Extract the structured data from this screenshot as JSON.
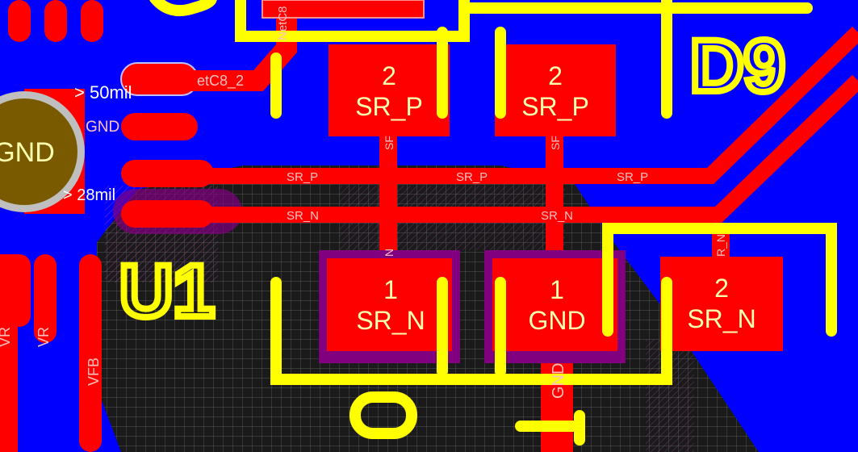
{
  "colors": {
    "background": "#0000ff",
    "copper": "#ff0000",
    "silkscreen": "#ffff00",
    "pour": "#1a1a1a",
    "via_ring": "#bfbfbf",
    "via_fill": "#7a5a00",
    "mask": "#800080"
  },
  "designators": {
    "d9": "D9",
    "u1": "U1"
  },
  "pads": [
    {
      "num": "2",
      "net": "SR_P"
    },
    {
      "num": "2",
      "net": "SR_P"
    },
    {
      "num": "1",
      "net": "SR_N"
    },
    {
      "num": "1",
      "net": "GND"
    },
    {
      "num": "2",
      "net": "SR_N"
    }
  ],
  "net_labels": {
    "sr_p": "SR_P",
    "sr_n": "SR_N",
    "gnd": "GND",
    "vfb": "VFB",
    "vr": "VR",
    "sf": "SF",
    "n": "N",
    "r_n": "R_N",
    "net_c8": "etC8_2",
    "net_top": "NetC8"
  },
  "via": {
    "net": "GND"
  },
  "clearance": {
    "label_a": "> 50mil",
    "label_b": "> 28mil"
  }
}
